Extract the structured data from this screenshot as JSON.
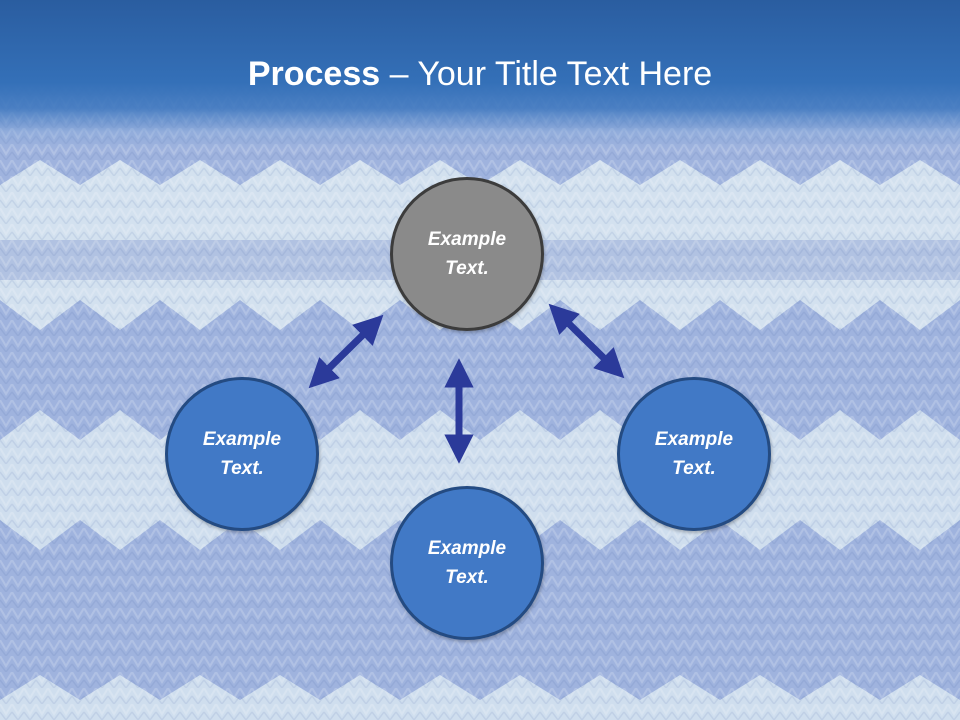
{
  "slide": {
    "title_bold": "Process",
    "title_rest": " – Your Title Text Here"
  },
  "colors": {
    "title_bar": "#2a5da0",
    "node_gray": "#8a8a8a",
    "node_blue": "#4179c6",
    "arrow": "#2b3a9a",
    "knit_light": "#d6e4f0",
    "knit_dark": "#8fa6d8"
  },
  "diagram": {
    "nodes": [
      {
        "id": "top",
        "text": "Example Text."
      },
      {
        "id": "left",
        "text": "Example Text."
      },
      {
        "id": "right",
        "text": "Example Text."
      },
      {
        "id": "bottom",
        "text": "Example Text."
      }
    ],
    "connectors": [
      {
        "from": "top",
        "to": "left",
        "type": "double-arrow"
      },
      {
        "from": "top",
        "to": "right",
        "type": "double-arrow"
      },
      {
        "from": "top",
        "to": "bottom",
        "type": "double-arrow"
      }
    ]
  }
}
